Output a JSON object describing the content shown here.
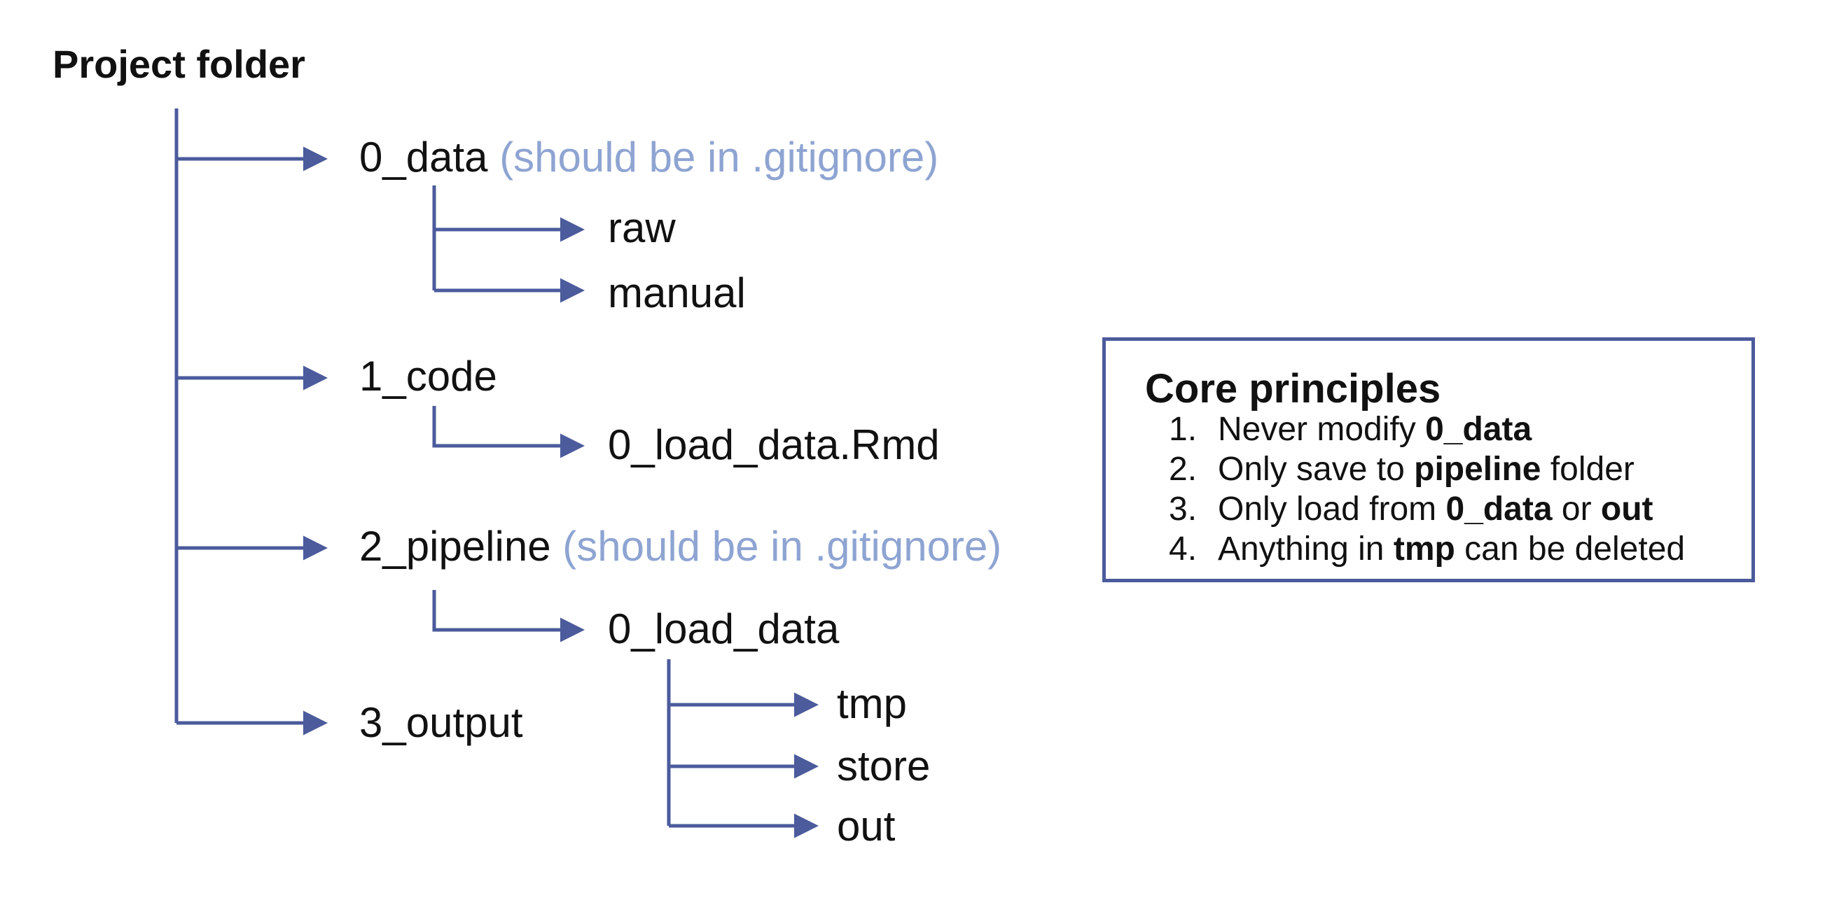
{
  "title": "Project folder",
  "tree": {
    "data": {
      "name": "0_data",
      "note": "(should be in .gitignore)",
      "children": [
        "raw",
        "manual"
      ]
    },
    "code": {
      "name": "1_code",
      "children": [
        "0_load_data.Rmd"
      ]
    },
    "pipeline": {
      "name": "2_pipeline",
      "note": "(should be in .gitignore)",
      "children": [
        "0_load_data"
      ],
      "grandchildren": [
        "tmp",
        "store",
        "out"
      ]
    },
    "output": {
      "name": "3_output"
    }
  },
  "principles": {
    "title": "Core principles",
    "items": [
      {
        "num": "1.",
        "parts": [
          "Never modify ",
          "0_data",
          ""
        ]
      },
      {
        "num": "2.",
        "parts": [
          "Only save to ",
          "pipeline",
          " folder"
        ]
      },
      {
        "num": "3.",
        "parts": [
          "Only load from ",
          "0_data",
          " or ",
          "out",
          ""
        ]
      },
      {
        "num": "4.",
        "parts": [
          "Anything in ",
          "tmp",
          " can be deleted"
        ]
      }
    ]
  },
  "colors": {
    "connector": "#4b5b9c",
    "note": "#8ea4d2",
    "text": "#111111"
  }
}
